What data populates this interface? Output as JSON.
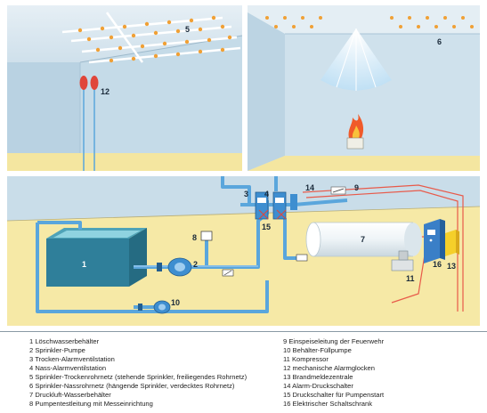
{
  "labels": {
    "n1": "1",
    "n2": "2",
    "n3": "3",
    "n4": "4",
    "n5": "5",
    "n6": "6",
    "n7": "7",
    "n8": "8",
    "n9": "9",
    "n10": "10",
    "n11": "11",
    "n12": "12",
    "n13": "13",
    "n14": "14",
    "n15": "15",
    "n16": "16"
  },
  "legend": {
    "left": [
      "1 Löschwasserbehälter",
      "2 Sprinkler-Pumpe",
      "3 Trocken-Alarmventilstation",
      "4 Nass-Alarmventilstation",
      "5 Sprinkler-Trockenrohrnetz (stehende Sprinkler, freiliegendes Rohrnetz)",
      "6 Sprinkler-Nassrohrnetz (hängende Sprinkler, verdecktes Rohrnetz)",
      "7 Druckluft-Wasserbehälter",
      "8 Pumpentestleitung mit Messeinrichtung"
    ],
    "right": [
      "9 Einspeiseleitung der Feuerwehr",
      "10 Behälter-Füllpumpe",
      "11 Kompressor",
      "12 mechanische Alarmglocken",
      "13 Brandmeldezentrale",
      "14 Alarm-Druckschalter",
      "15 Druckschalter für Pumpenstart",
      "16 Elektrischer Schaltschrank"
    ]
  },
  "colors": {
    "wall": "#c9dde9",
    "ceiling": "#dce9f1",
    "floor": "#f6e9a6",
    "pipe": "#5aa6dc",
    "pipe_light": "#9fcdf0",
    "alarm_red": "#e0463a",
    "sprinkler": "#f0a035",
    "tank": "#2f7f9a"
  }
}
